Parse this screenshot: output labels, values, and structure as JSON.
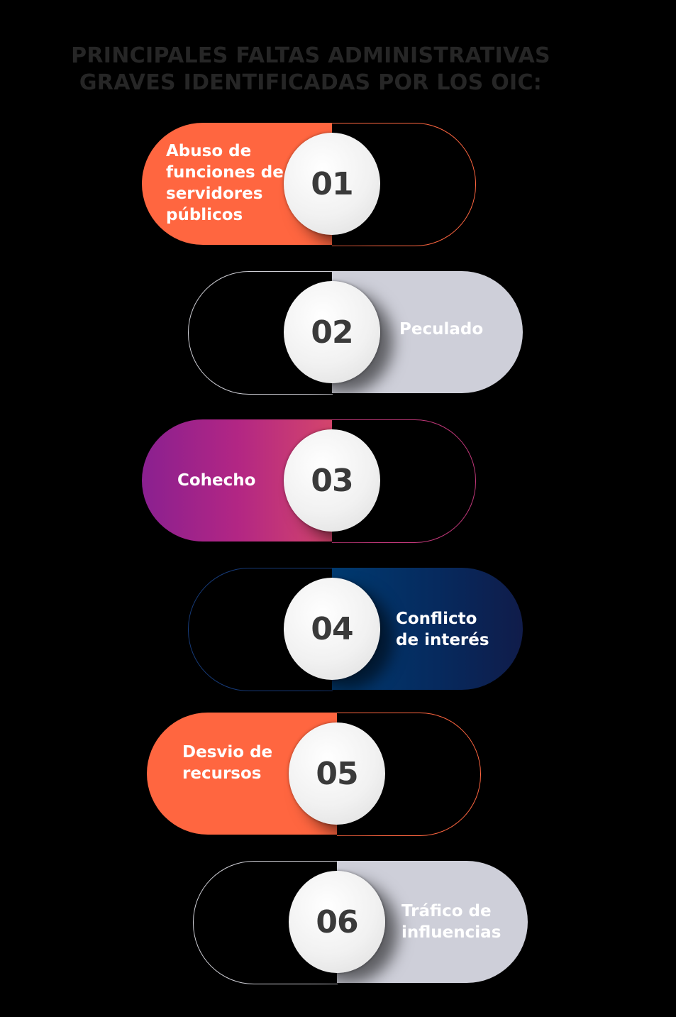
{
  "title": {
    "line1": "PRINCIPALES FALTAS ADMINISTRATIVAS",
    "line2": "GRAVES IDENTIFICADAS POR LOS OIC:"
  },
  "items": [
    {
      "number": "01",
      "lines": [
        "Abuso de",
        "funciones de",
        "servidores",
        "públicos"
      ],
      "color": "#ff6640",
      "side": "left"
    },
    {
      "number": "02",
      "lines": [
        "Peculado"
      ],
      "color": "#cecfd9",
      "side": "right"
    },
    {
      "number": "03",
      "lines": [
        "Cohecho"
      ],
      "color": "#b02380",
      "side": "left"
    },
    {
      "number": "04",
      "lines": [
        "Conflicto",
        "de interés"
      ],
      "color": "#0a2a5c",
      "side": "right"
    },
    {
      "number": "05",
      "lines": [
        "Desvio de",
        "recursos"
      ],
      "color": "#ff6640",
      "side": "left"
    },
    {
      "number": "06",
      "lines": [
        "Tráfico de",
        "influencias"
      ],
      "color": "#cecfd9",
      "side": "right"
    }
  ]
}
